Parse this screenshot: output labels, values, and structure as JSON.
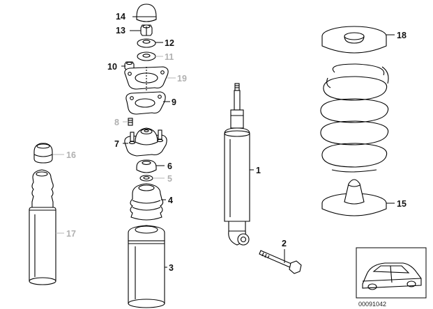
{
  "diagram": {
    "drawing_number": "00091042",
    "colors": {
      "line": "#000000",
      "active_label": "#111111",
      "inactive_label": "#b0b0b0"
    },
    "labels": [
      {
        "id": "14",
        "text": "14",
        "state": "active"
      },
      {
        "id": "13",
        "text": "13",
        "state": "active"
      },
      {
        "id": "12",
        "text": "12",
        "state": "active"
      },
      {
        "id": "11",
        "text": "11",
        "state": "inactive"
      },
      {
        "id": "10",
        "text": "10",
        "state": "active"
      },
      {
        "id": "19",
        "text": "19",
        "state": "inactive"
      },
      {
        "id": "9",
        "text": "9",
        "state": "active"
      },
      {
        "id": "8",
        "text": "8",
        "state": "inactive"
      },
      {
        "id": "7",
        "text": "7",
        "state": "active"
      },
      {
        "id": "6",
        "text": "6",
        "state": "active"
      },
      {
        "id": "5",
        "text": "5",
        "state": "inactive"
      },
      {
        "id": "4",
        "text": "4",
        "state": "active"
      },
      {
        "id": "3",
        "text": "3",
        "state": "active"
      },
      {
        "id": "16",
        "text": "16",
        "state": "inactive"
      },
      {
        "id": "17",
        "text": "17",
        "state": "inactive"
      },
      {
        "id": "1",
        "text": "1",
        "state": "active"
      },
      {
        "id": "2",
        "text": "2",
        "state": "active"
      },
      {
        "id": "18",
        "text": "18",
        "state": "active"
      },
      {
        "id": "15",
        "text": "15",
        "state": "active"
      }
    ]
  }
}
